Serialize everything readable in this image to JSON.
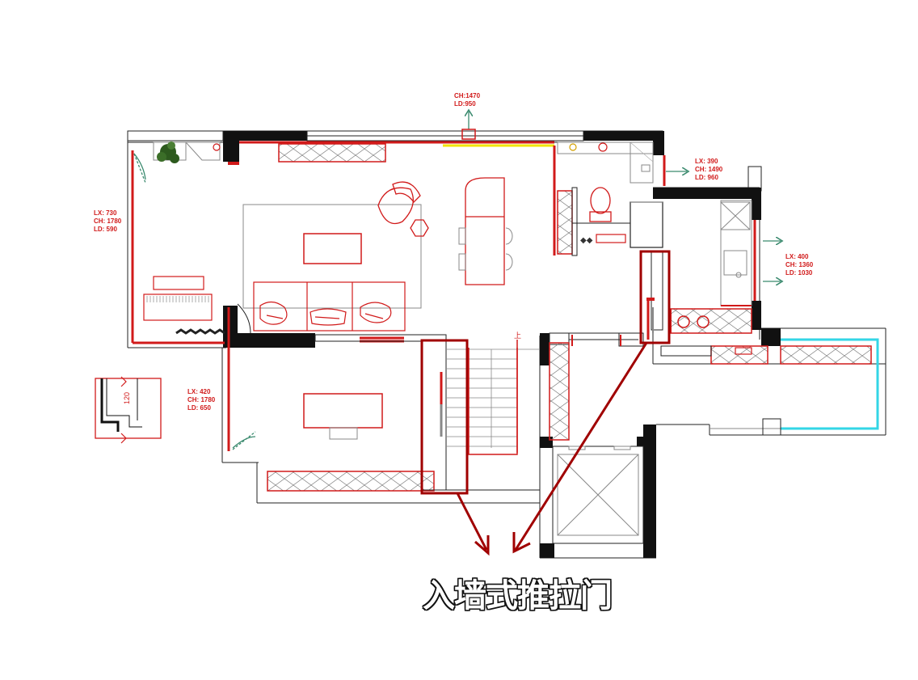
{
  "annotations": {
    "top_window": {
      "ch": "CH:1470",
      "ld": "LD:950"
    },
    "bath_window": {
      "lx": "LX: 390",
      "ch": "CH: 1490",
      "ld": "LD: 960"
    },
    "kitchen_window": {
      "lx": "LX: 400",
      "ch": "CH: 1360",
      "ld": "LD: 1030"
    },
    "left_window": {
      "lx": "LX: 730",
      "ch": "CH: 1780",
      "ld": "LD: 590"
    },
    "bedroom_window": {
      "lx": "LX: 420",
      "ch": "CH: 1780",
      "ld": "LD: 650"
    }
  },
  "detail_label": "120",
  "stair_label": "上",
  "caption": "入墙式推拉门",
  "colors": {
    "wall": "#111111",
    "furniture": "#d11a1a",
    "highlight": "#a00000",
    "glass": "#33d6e6",
    "arrow": "#3a8a6e",
    "plant": "#2d5a1e"
  }
}
